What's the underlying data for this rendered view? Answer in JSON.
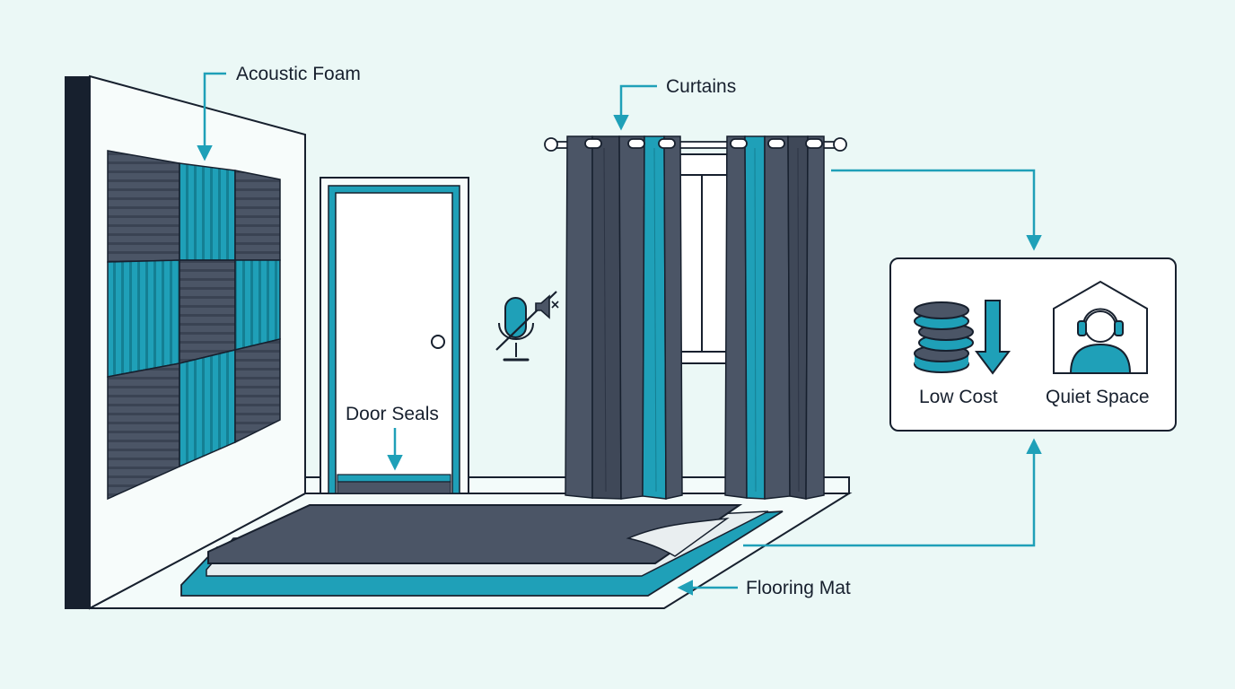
{
  "labels": {
    "acoustic_foam": "Acoustic Foam",
    "curtains": "Curtains",
    "door_seals": "Door Seals",
    "flooring_mat": "Flooring Mat"
  },
  "outcomes": {
    "low_cost": "Low Cost",
    "quiet_space": "Quiet Space"
  },
  "colors": {
    "background": "#ebf8f6",
    "outline": "#17202e",
    "teal_accent": "#1fa0b8",
    "charcoal": "#4b5566",
    "panel_fill": "#ffffff"
  },
  "icons": {
    "muted_microphone": "microphone-muted-icon",
    "speaker_muted": "speaker-muted-icon",
    "coins_down": "coins-down-icon",
    "person_headphones": "person-headphones-icon"
  }
}
